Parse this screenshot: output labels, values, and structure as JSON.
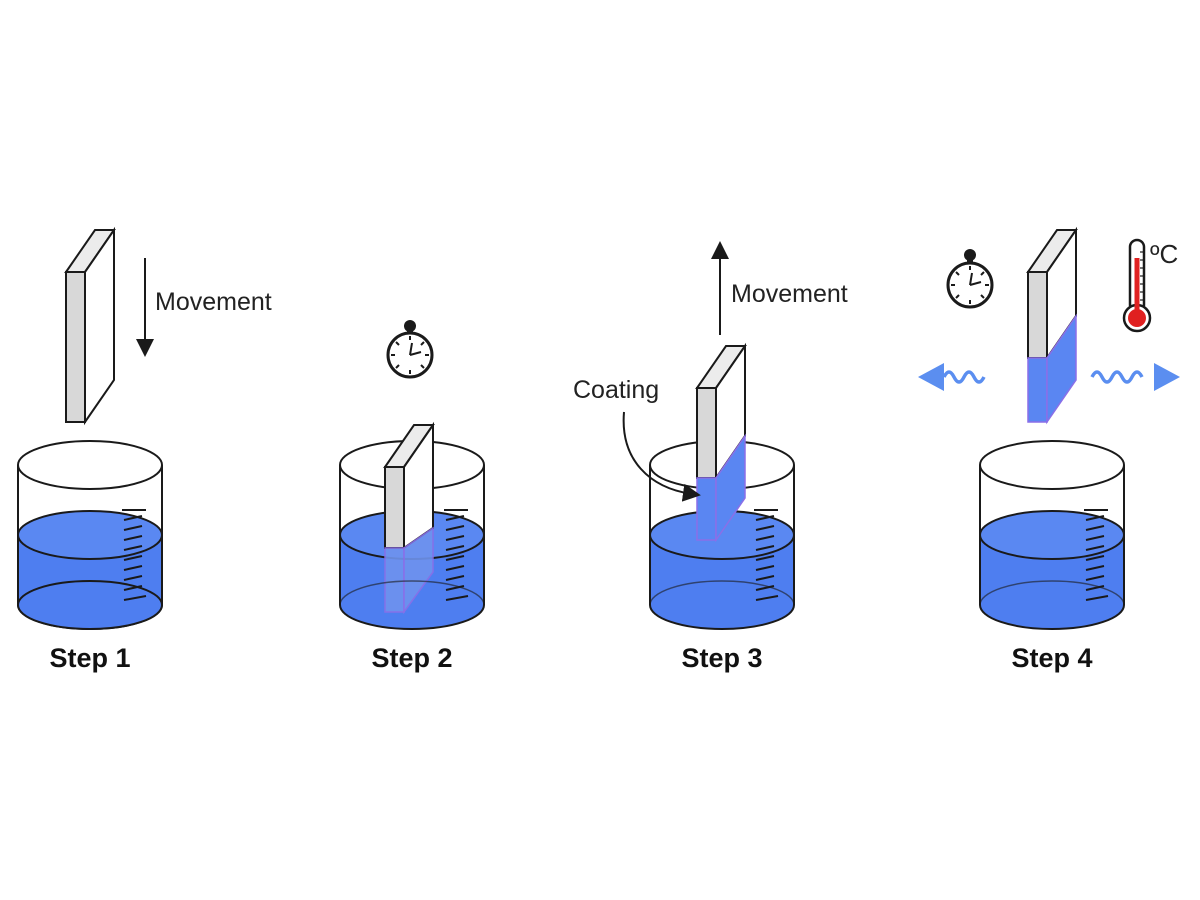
{
  "labels": {
    "movement_down": "Movement",
    "movement_up": "Movement",
    "coating": "Coating",
    "temperature_unit": "ºC"
  },
  "steps": [
    {
      "label": "Step 1"
    },
    {
      "label": "Step 2"
    },
    {
      "label": "Step 3"
    },
    {
      "label": "Step 4"
    }
  ],
  "colors": {
    "liquid": "#4e7ef0",
    "liquid_dark": "#3a66d6",
    "coating": "#5a86f2",
    "heat_waves": "#5b8ef0",
    "slide": "#ffffff",
    "slide_side": "#d8d8d8",
    "thermometer_bulb": "#e02020",
    "outline": "#1a1a1a"
  },
  "icons": [
    "stopwatch-icon",
    "thermometer-icon",
    "heat-wave-icon",
    "arrow-down-icon",
    "arrow-up-icon"
  ]
}
